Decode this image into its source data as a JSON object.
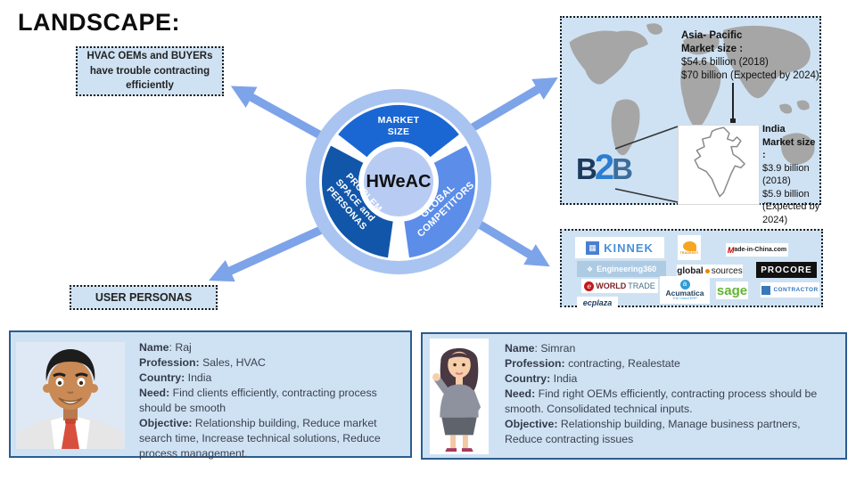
{
  "title": "LANDSCAPE:",
  "problem_box": {
    "text": "HVAC OEMs and BUYERs have trouble contracting efficiently"
  },
  "user_personas_box": {
    "text": "USER PERSONAS"
  },
  "hub": {
    "center_label": "HWeAC",
    "outer_ring_color": "#a9c4f0",
    "center_color": "#b8ccf3",
    "segments": {
      "market": {
        "lines": [
          "MARKET",
          "SIZE"
        ],
        "color": "#1a67d3"
      },
      "problem": {
        "lines": [
          "PROBLEM",
          "SPACE and",
          "PERSONAS"
        ],
        "color": "#1156a9"
      },
      "global": {
        "lines": [
          "GLOBAL",
          "COMPETITORS"
        ],
        "color": "#5b8de9"
      }
    }
  },
  "arrow_color": "#7da3e9",
  "market_box": {
    "asia": {
      "lines": [
        "Asia- Pacific",
        "Market size :",
        "$54.6 billion (2018)",
        "$70 billion (Expected by 2024)"
      ]
    },
    "india": {
      "lines": [
        "India",
        "Market size :",
        "$3.9 billion",
        "(2018)",
        "$5.9 billion",
        "(Expected by",
        "2024)"
      ]
    },
    "logo": {
      "b1": "B",
      "two": "2",
      "b2": "B"
    }
  },
  "competitors_box": {
    "logos": {
      "kinnek": "KINNEK",
      "tradekey": "TRADEKEY",
      "made_in_china_m": "M",
      "made_in_china_rest": "ade-in-China.com",
      "engineering360": "Engineering360",
      "global": "global",
      "sources": "sources",
      "procore": "PROCORE",
      "worldtrade_world": "WORLD",
      "worldtrade_trade": "TRADE",
      "acumatica": "Acumatica",
      "acumatica_sub": "The Cloud ERP",
      "sage": "sage",
      "contractor": "CONTRACTOR",
      "ecplaza": "ecplaza"
    }
  },
  "personas": [
    {
      "fields": [
        {
          "label": "Name",
          "value": ": Raj"
        },
        {
          "label": "Profession:",
          "value": " Sales, HVAC"
        },
        {
          "label": "Country:",
          "value": " India"
        },
        {
          "label": "Need:",
          "value": " Find clients efficiently, contracting process should be smooth"
        },
        {
          "label": "Objective:",
          "value": " Relationship building, Reduce market search time, Increase technical solutions, Reduce process management."
        }
      ]
    },
    {
      "fields": [
        {
          "label": "Name",
          "value": ": Simran"
        },
        {
          "label": "Profession:",
          "value": " contracting, Realestate"
        },
        {
          "label": "Country:",
          "value": " India"
        },
        {
          "label": "Need:",
          "value": " Find right OEMs efficiently, contracting process should be smooth. Consolidated technical inputs."
        },
        {
          "label": "Objective:",
          "value": " Relationship building, Manage business partners, Reduce contracting issues"
        }
      ]
    }
  ]
}
